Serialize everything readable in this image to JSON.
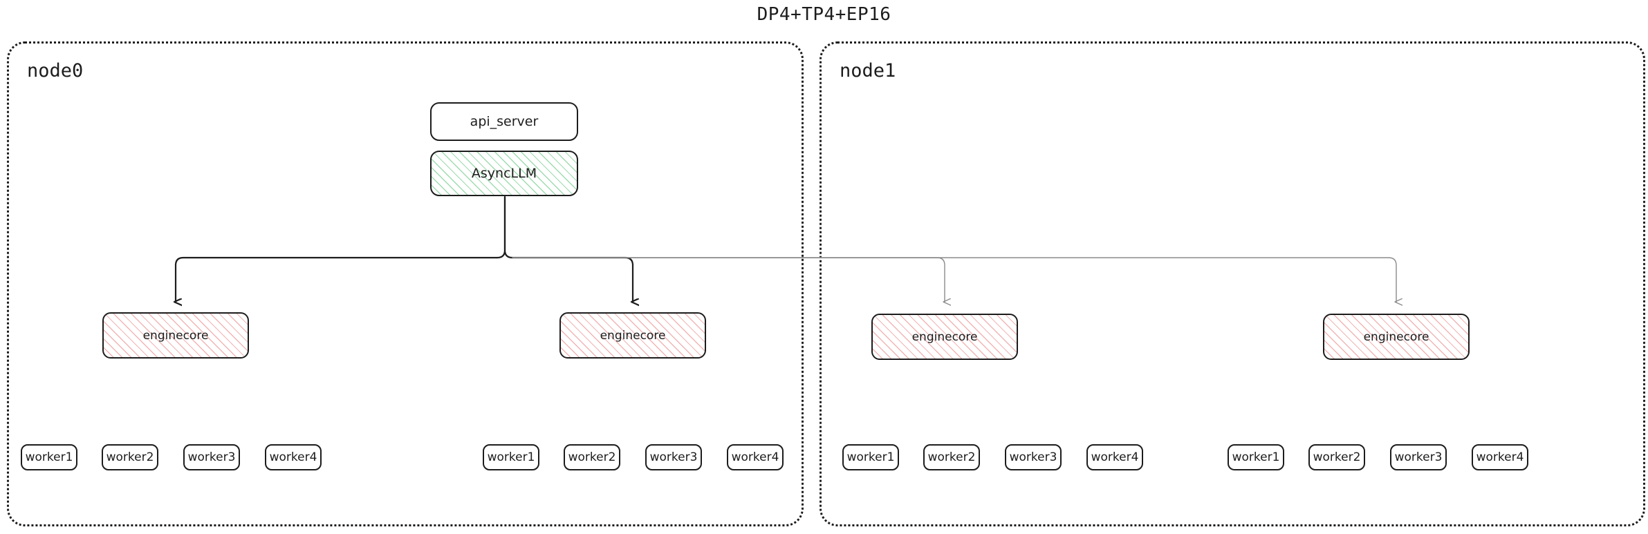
{
  "title": "DP4+TP4+EP16",
  "colors": {
    "stroke_dark": "#1c1c1c",
    "stroke_light": "#8a8a8a",
    "async_hatch": "#50be6e",
    "engine_hatch": "#e67878",
    "background": "#ffffff"
  },
  "nodes": [
    {
      "id": "node0",
      "label": "node0",
      "boxes": {
        "api_server": {
          "label": "api_server"
        },
        "async_llm": {
          "label": "AsyncLLM"
        },
        "enginecores": [
          {
            "label": "enginecore"
          },
          {
            "label": "enginecore"
          }
        ],
        "worker_groups": [
          {
            "workers": [
              "worker1",
              "worker2",
              "worker3",
              "worker4"
            ]
          },
          {
            "workers": [
              "worker1",
              "worker2",
              "worker3",
              "worker4"
            ]
          }
        ]
      }
    },
    {
      "id": "node1",
      "label": "node1",
      "boxes": {
        "enginecores": [
          {
            "label": "enginecore"
          },
          {
            "label": "enginecore"
          }
        ],
        "worker_groups": [
          {
            "workers": [
              "worker1",
              "worker2",
              "worker3",
              "worker4"
            ]
          },
          {
            "workers": [
              "worker1",
              "worker2",
              "worker3",
              "worker4"
            ]
          }
        ]
      }
    }
  ]
}
